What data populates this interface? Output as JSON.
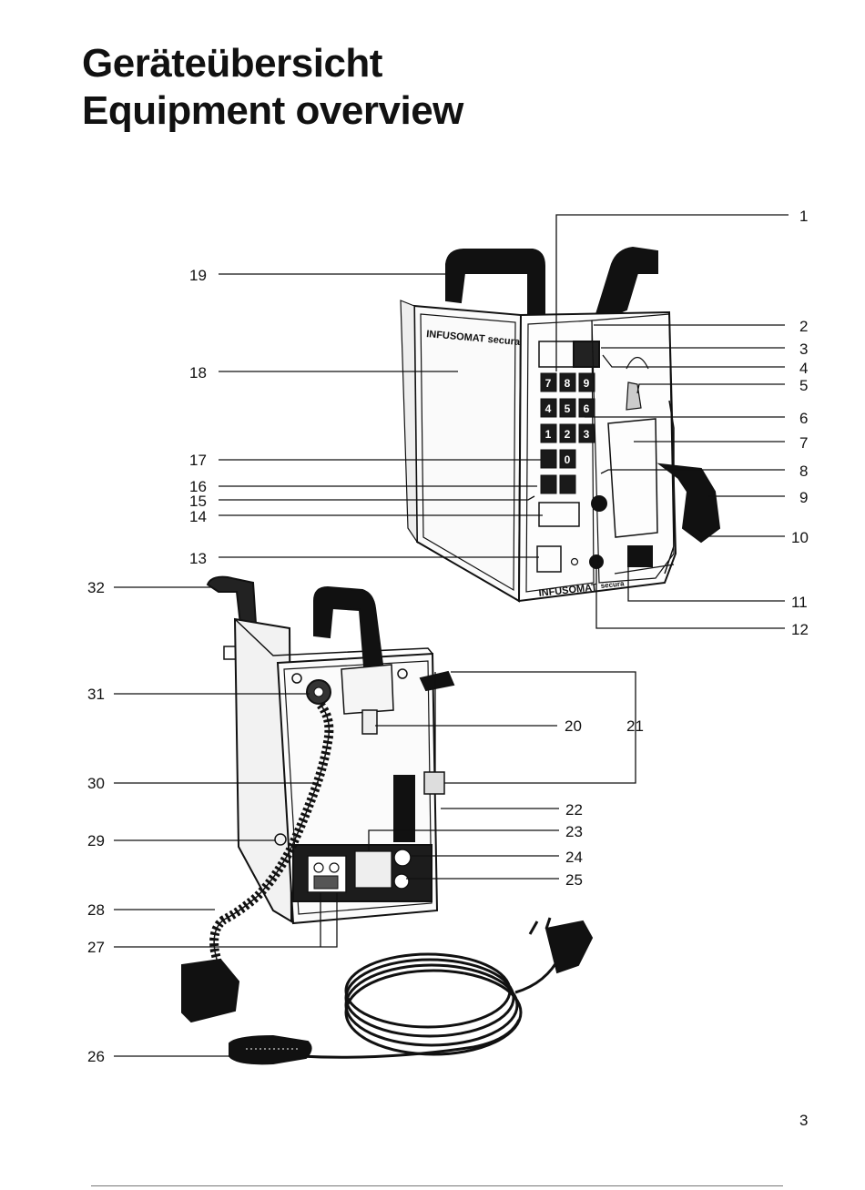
{
  "header": {
    "title_de": "Geräteübersicht",
    "title_en": "Equipment overview"
  },
  "page_number": "3",
  "device": {
    "brand_front": "INFUSOMAT",
    "brand_front_sub": "secura",
    "brand_side": "INFUSOMAT secura",
    "keypad_keys": [
      "7",
      "8",
      "9",
      "4",
      "5",
      "6",
      "1",
      "2",
      "3",
      "0"
    ]
  },
  "callouts": [
    "1",
    "2",
    "3",
    "4",
    "5",
    "6",
    "7",
    "8",
    "9",
    "10",
    "11",
    "12",
    "13",
    "14",
    "15",
    "16",
    "17",
    "18",
    "19",
    "20",
    "21",
    "22",
    "23",
    "24",
    "25",
    "26",
    "27",
    "28",
    "29",
    "30",
    "31",
    "32"
  ],
  "colors": {
    "ink": "#111111",
    "paper": "#ffffff"
  }
}
